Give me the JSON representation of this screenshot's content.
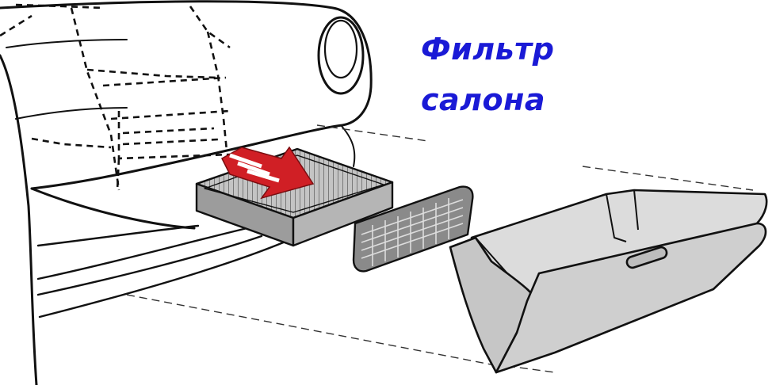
{
  "caption": {
    "line1": "Фильтр",
    "line2": "салона"
  },
  "colors": {
    "caption_text": "#1a1ad6",
    "outline": "#111111",
    "glovebox_fill": "#cfcfcf",
    "filter_fill": "#bdbdbd",
    "grille_fill": "#8a8a8a",
    "arrow_red": "#d01f25"
  },
  "illustration": {
    "parts": [
      "dashboard",
      "cabin-filter",
      "filter-grille",
      "glovebox",
      "insert-arrow"
    ]
  }
}
